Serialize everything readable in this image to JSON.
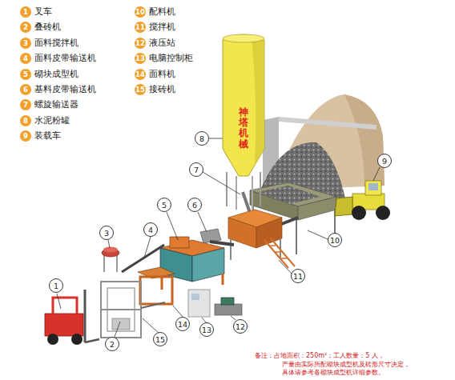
{
  "diagram": {
    "nodes": [
      {
        "text": [
          "神塔机械"
        ]
      }
    ],
    "labels": [
      "1",
      "叉车",
      "2",
      "叠砖机",
      "3",
      "面料搅拌机",
      "4",
      "面料皮带输送机",
      "5",
      "砌块成型机",
      "6",
      "基料皮带输送机",
      "7",
      "螺旋输送器",
      "8",
      "水泥粉罐",
      "9",
      "装载车",
      "10",
      "配料机",
      "11",
      "搅拌机",
      "12",
      "液压站",
      "13",
      "电脑控制柜",
      "14",
      "面料机",
      "15",
      "接砖机",
      "1",
      "2",
      "3",
      "4",
      "5",
      "6",
      "7",
      "8",
      "9",
      "10",
      "11",
      "12",
      "13",
      "14",
      "15",
      "备注：占地面积：250m²；工人数量：5 人， 产量由实际所配砌块成型机及砖形尺寸决定， 具体请参考各砌块成型机详细参数。"
    ]
  }
}
